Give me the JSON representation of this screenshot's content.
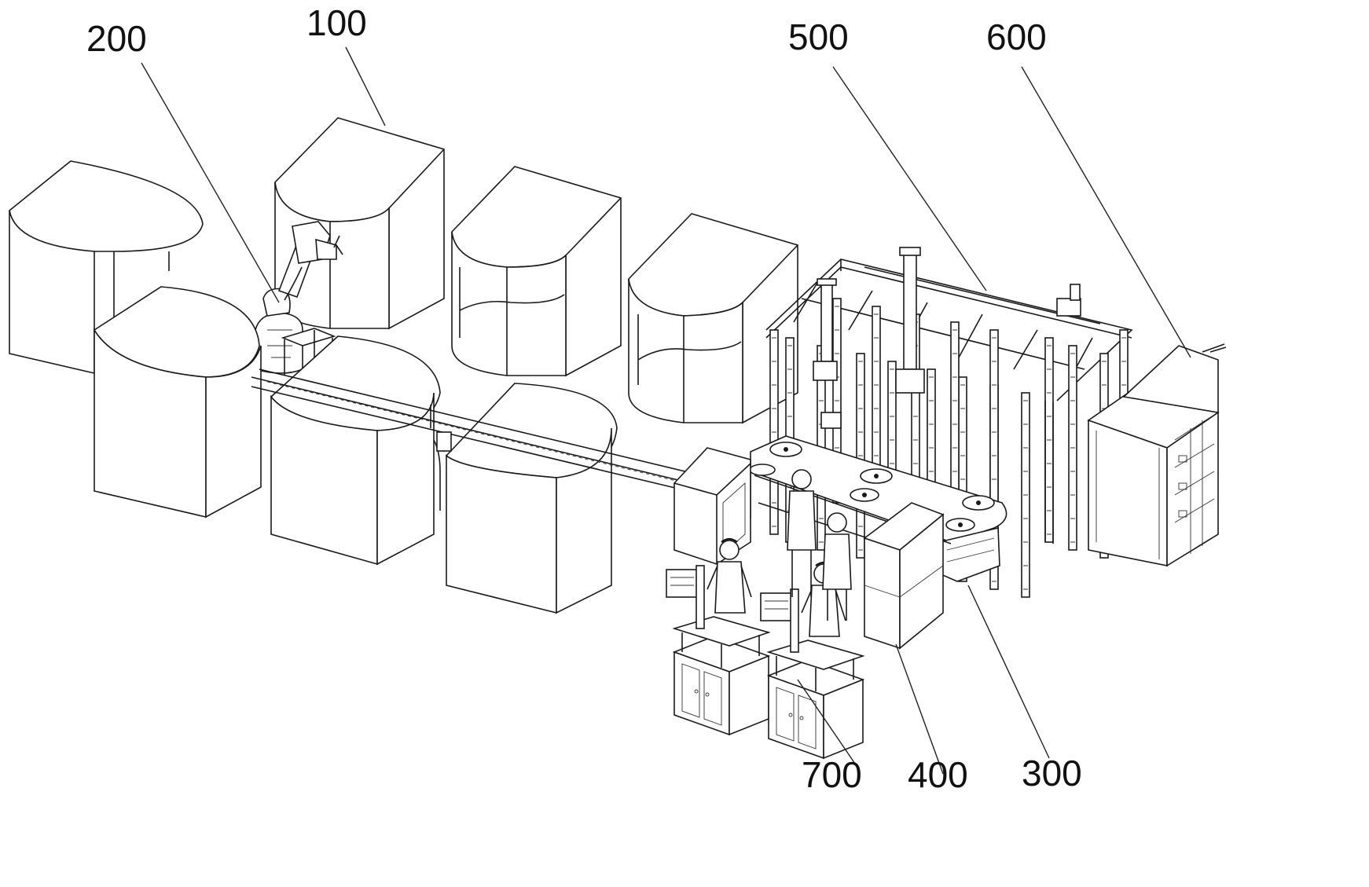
{
  "callouts": [
    {
      "id": "c100",
      "text": "100"
    },
    {
      "id": "c200",
      "text": "200"
    },
    {
      "id": "c300",
      "text": "300"
    },
    {
      "id": "c400",
      "text": "400"
    },
    {
      "id": "c500",
      "text": "500"
    },
    {
      "id": "c600",
      "text": "600"
    },
    {
      "id": "c700",
      "text": "700"
    }
  ],
  "colors": {
    "line": "#1a1a1a",
    "background": "#ffffff"
  }
}
